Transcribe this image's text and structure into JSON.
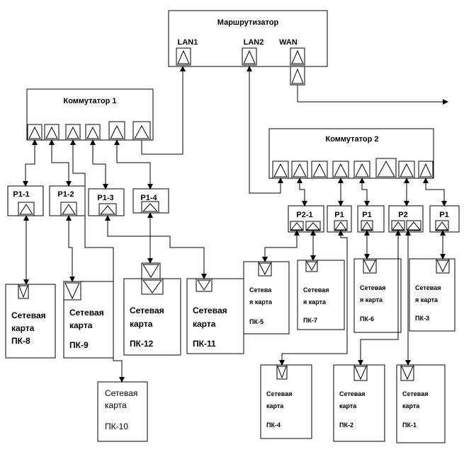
{
  "router": {
    "title": "Маршрутизатор",
    "lan1": "LAN1",
    "lan2": "LAN2",
    "wan": "WAN"
  },
  "switch1": {
    "title": "Коммутатор 1"
  },
  "switch2": {
    "title": "Коммутатор 2"
  },
  "sockets": {
    "s1": "P1-1",
    "s2": "P1-2",
    "s3": "P1-3",
    "s4": "P1-4",
    "s5": "P2-1",
    "s6": "P1",
    "s7": "P1",
    "s8": "P2",
    "s9": "P1"
  },
  "pcs": {
    "pc8": {
      "line1": "Сетевая",
      "line2": "карта",
      "line3": "ПК-8"
    },
    "pc9": {
      "line1": "Сетевая",
      "line2": "карта",
      "line3": "ПК-9"
    },
    "pc12": {
      "line1": "Сетевая",
      "line2": "карта",
      "line3": "ПК-12"
    },
    "pc11": {
      "line1": "Сетевая",
      "line2": "карта",
      "line3": "ПК-11"
    },
    "pc10": {
      "line1": "Сетевая",
      "line2": "карта",
      "line3": "ПК-10"
    },
    "pc5": {
      "line1": "Сетева",
      "line2": "я карта",
      "line3": "ПК-5"
    },
    "pc7": {
      "line1": "Сетевая",
      "line2": "я карта",
      "line3": "ПК-7"
    },
    "pc6": {
      "line1": "Сетевая",
      "line2": "я карта",
      "line3": "ПК-6"
    },
    "pc3": {
      "line1": "Сетевая",
      "line2": "я карта",
      "line3": "ПК-3"
    },
    "pc4": {
      "line1": "Сетевая",
      "line2": "карта",
      "line3": "ПК-4"
    },
    "pc2": {
      "line1": "Сетевая",
      "line2": "карта",
      "line3": "ПК-2"
    },
    "pc1": {
      "line1": "Сетевая",
      "line2": "карта",
      "line3": "ПК-1"
    }
  }
}
